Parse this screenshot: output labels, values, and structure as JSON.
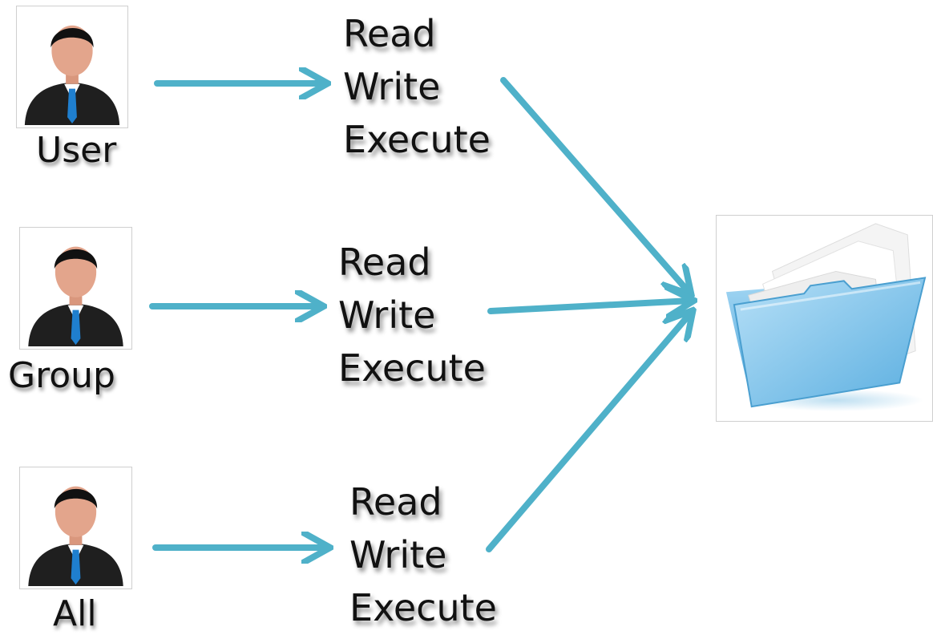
{
  "roles": [
    {
      "label": "User",
      "permissions": [
        "Read",
        "Write",
        "Execute"
      ]
    },
    {
      "label": "Group",
      "permissions": [
        "Read",
        "Write",
        "Execute"
      ]
    },
    {
      "label": "All",
      "permissions": [
        "Read",
        "Write",
        "Execute"
      ]
    }
  ],
  "colors": {
    "arrow": "#4fb1c9",
    "folder": "#6db9e3",
    "suit": "#1f1f1f",
    "tie": "#1f7fcf",
    "skin": "#e3a58c"
  },
  "icons": [
    "person-icon",
    "folder-icon"
  ]
}
